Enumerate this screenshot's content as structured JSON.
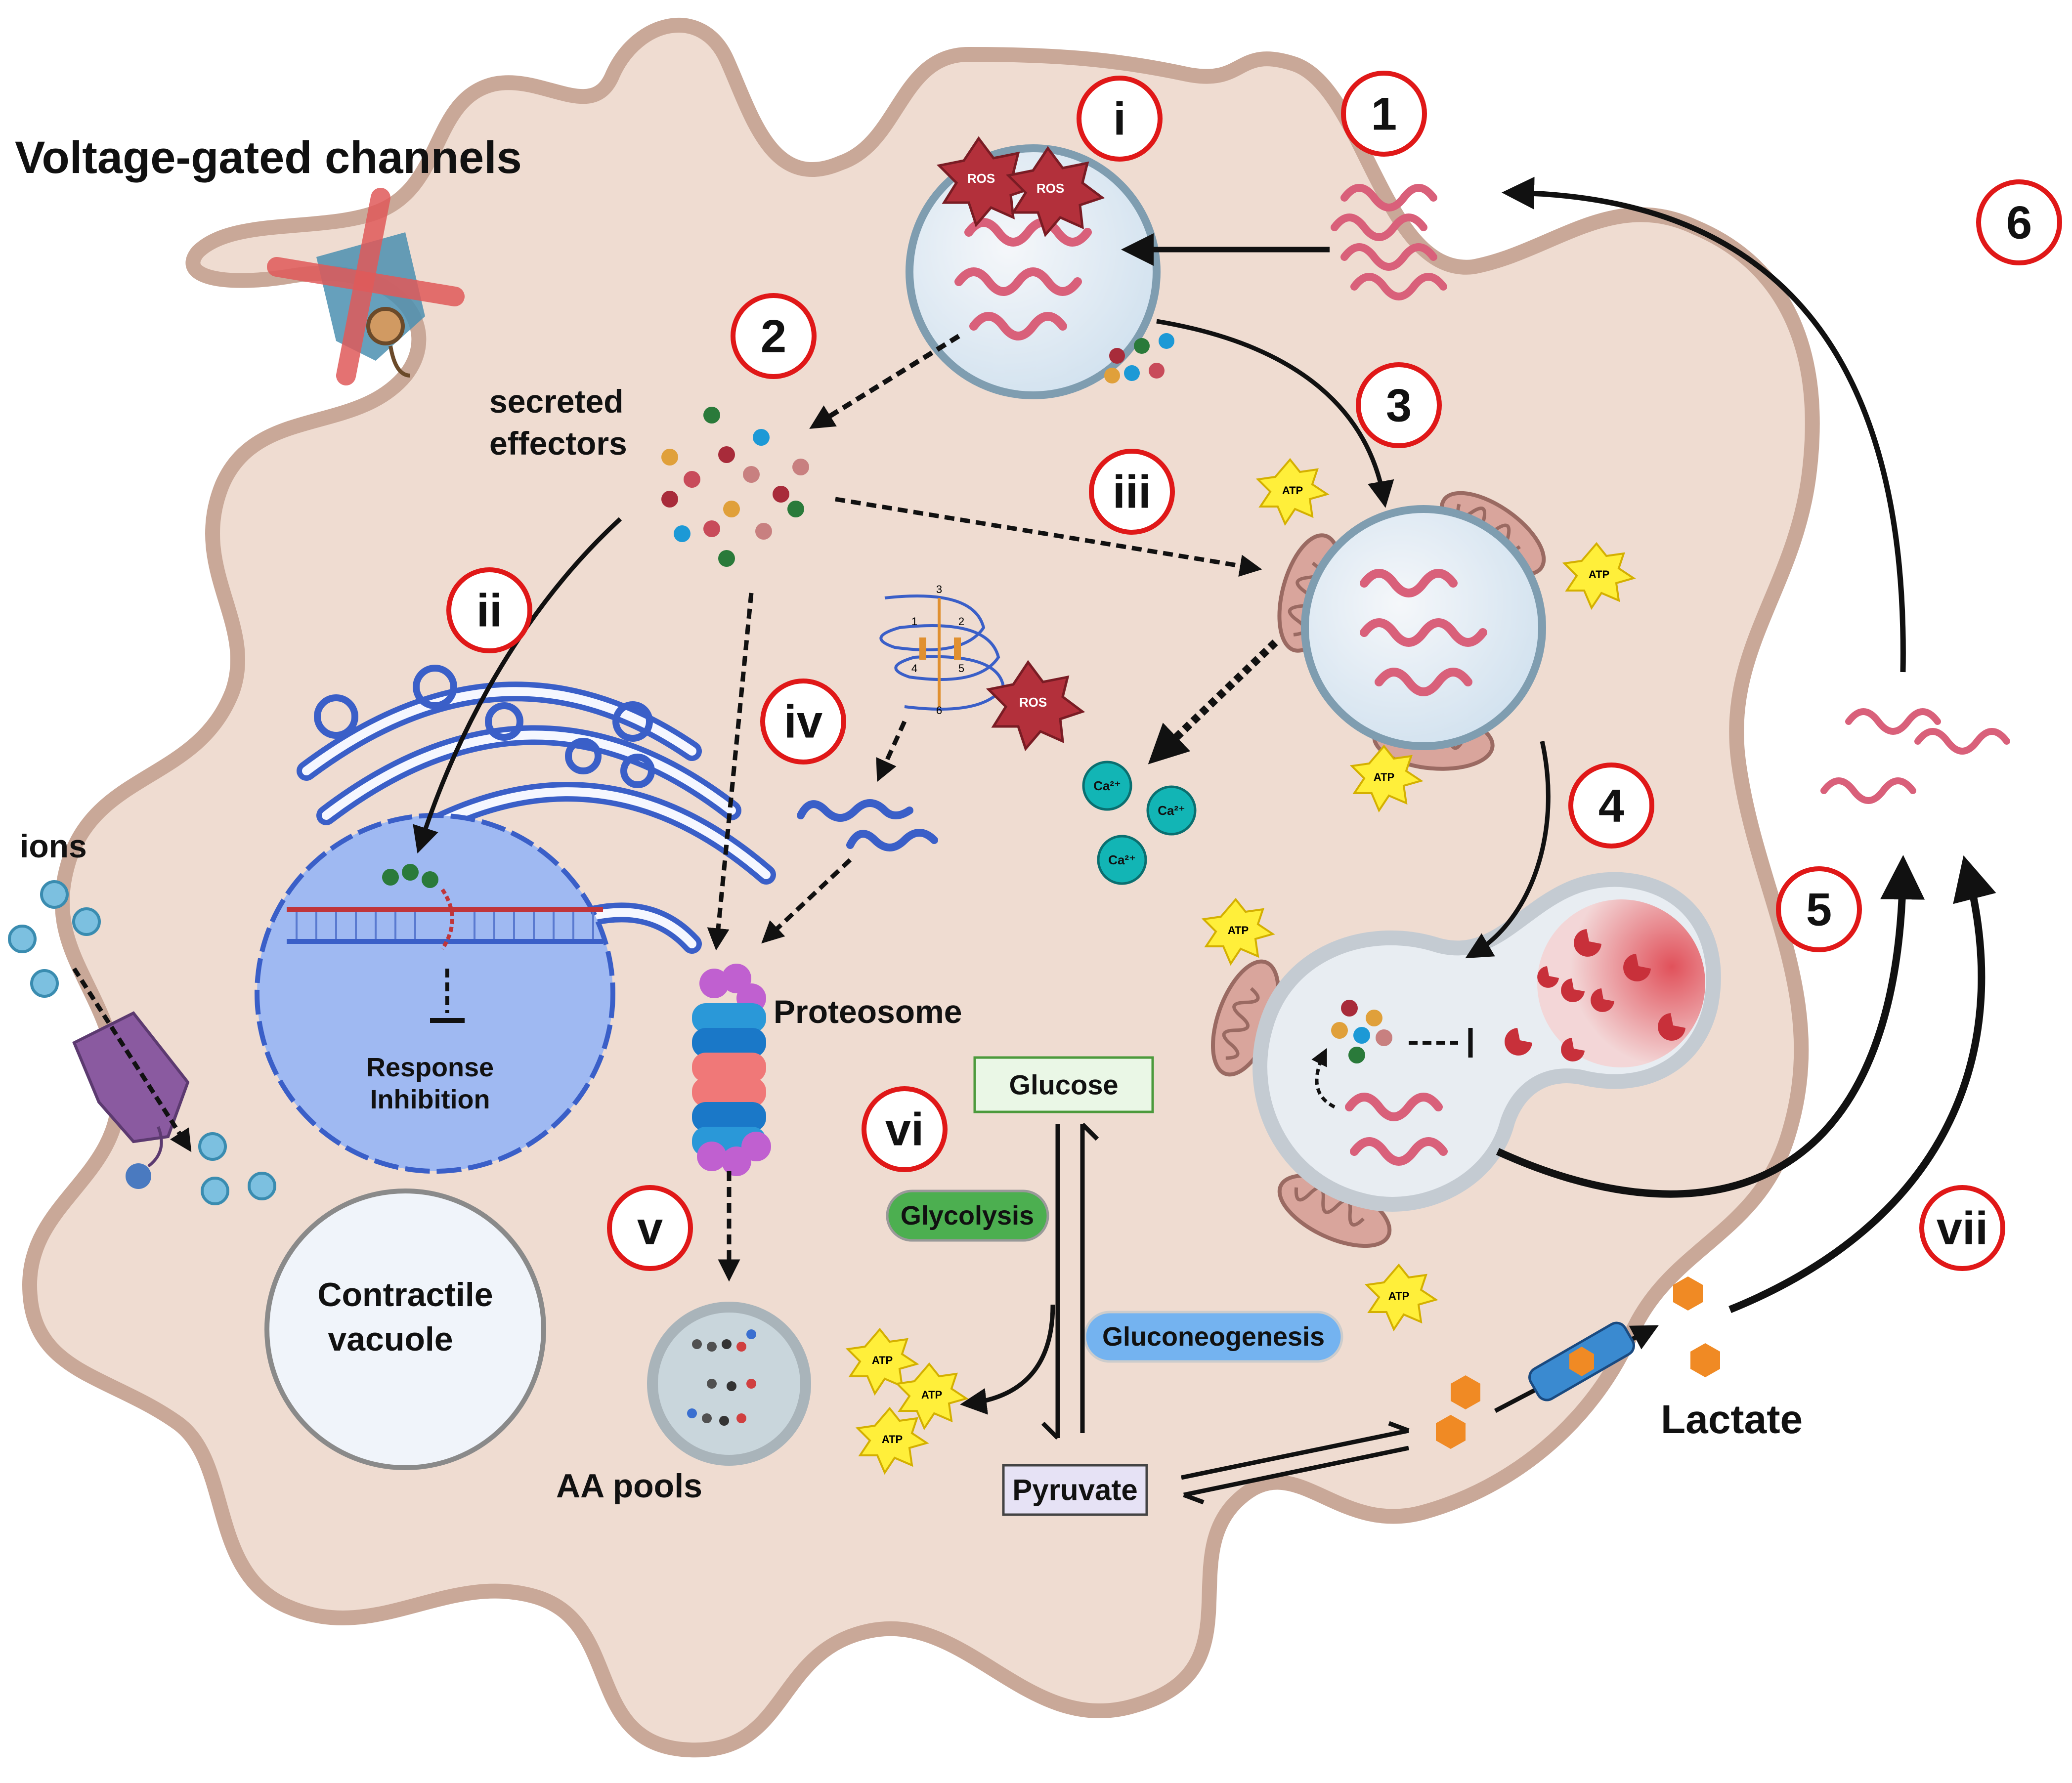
{
  "title": "Voltage-gated channels",
  "labels": {
    "secreted_effectors_line1": "secreted",
    "secreted_effectors_line2": "effectors",
    "ions": "ions",
    "response_line1": "Response",
    "response_line2": "Inhibition",
    "contractile_line1": "Contractile",
    "contractile_line2": "vacuole",
    "proteosome": "Proteosome",
    "aa_pools": "AA pools",
    "lactate": "Lactate",
    "ros": "ROS",
    "atp": "ATP",
    "ca": "Ca²⁺"
  },
  "pathway": {
    "glucose": "Glucose",
    "pyruvate": "Pyruvate",
    "glycolysis": "Glycolysis",
    "gluconeogenesis": "Gluconeogenesis"
  },
  "steps_numeric": [
    "1",
    "2",
    "3",
    "4",
    "5",
    "6"
  ],
  "steps_roman": [
    "i",
    "ii",
    "iii",
    "iv",
    "v",
    "vi",
    "vii"
  ],
  "protein_numbers": [
    "1",
    "2",
    "3",
    "4",
    "5",
    "6"
  ],
  "colors": {
    "cell_fill": "#efdcd1",
    "cell_border": "#c9a898",
    "nucleus": "#9fb9f2",
    "golgi": "#4a6fd6",
    "bacteria": "#d9607a",
    "step_ring": "#e01818",
    "glycolysis_box": "#4caf50",
    "gluconeogenesis_box": "#74b3f0",
    "lactate_hex": "#f08a24",
    "calcium": "#12b5b5"
  }
}
